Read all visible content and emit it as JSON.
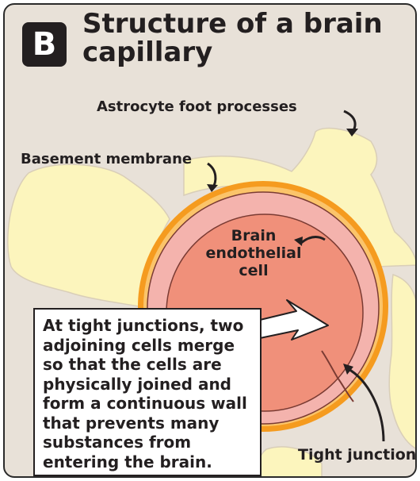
{
  "panel": {
    "badge": "B",
    "title": "Structure of a brain capillary"
  },
  "labels": {
    "astrocyte": "Astrocyte foot processes",
    "basement": "Basement membrane",
    "endothelial": "Brain endothelial cell",
    "tight_junction": "Tight junction"
  },
  "callout": {
    "text": "At tight junctions, two adjoining cells merge so that the cells are physically joined and form a continuous wall that prevents many substances from entering the brain."
  },
  "colors": {
    "background": "#e8e1d8",
    "astrocyte": "#fcf5bd",
    "basement_membrane": "#f59b1f",
    "endothelial_wall": "#f4b3ad",
    "lumen": "#f0907a",
    "outline": "#231f20"
  }
}
